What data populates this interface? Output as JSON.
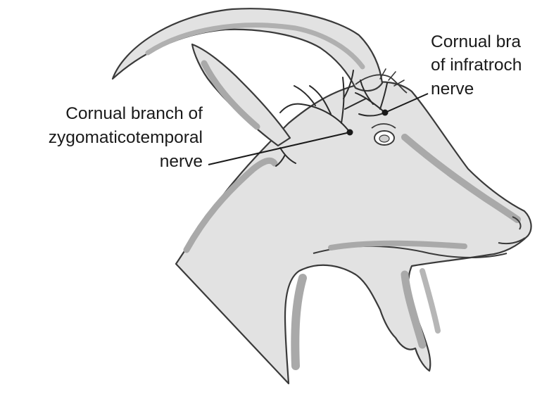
{
  "labels": {
    "zygomaticotemporal": {
      "line1": "Cornual branch of",
      "line2": "zygomaticotemporal",
      "line3": "nerve"
    },
    "infratrochlear": {
      "line1": "Cornual bra",
      "line2": "of infratroch",
      "line3": "nerve"
    }
  },
  "colors": {
    "skin": "#e2e2e2",
    "shading": "#a9a9a9",
    "outline": "#3a3a3a",
    "nerve": "#2b2b2b",
    "text": "#1a1a1a",
    "background": "#ffffff"
  }
}
